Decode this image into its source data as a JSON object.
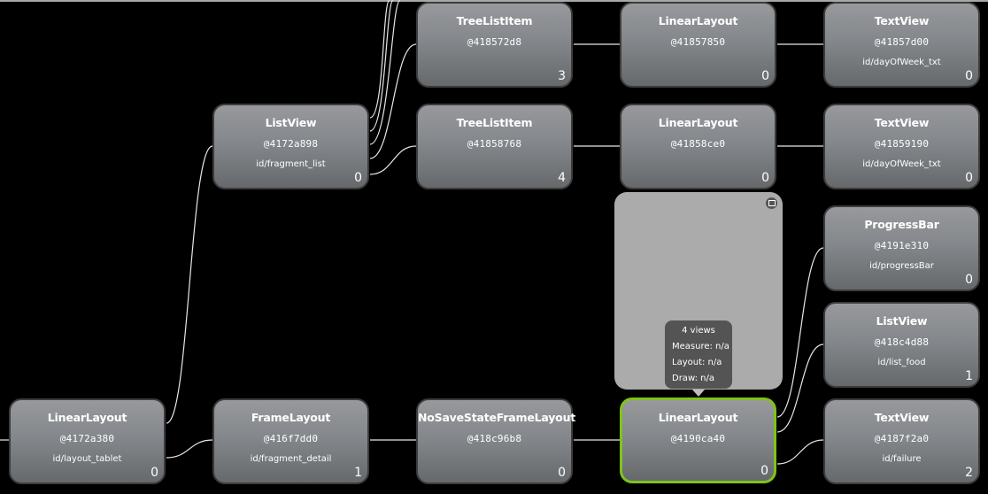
{
  "app": "Hierarchy Viewer",
  "colors": {
    "background": "#000000",
    "node_fill": "#84878b",
    "selected_border": "#7fc31a",
    "edge": "#e8e8e8",
    "preview": "#ababab",
    "tooltip": "#545454"
  },
  "nodes": [
    {
      "key": "n_tree1",
      "title": "TreeListItem",
      "hash": "@418572d8",
      "id": "",
      "count": "3"
    },
    {
      "key": "n_lin1",
      "title": "LinearLayout",
      "hash": "@41857850",
      "id": "",
      "count": "0"
    },
    {
      "key": "n_text1",
      "title": "TextView",
      "hash": "@41857d00",
      "id": "id/dayOfWeek_txt",
      "count": "0"
    },
    {
      "key": "n_list1",
      "title": "ListView",
      "hash": "@4172a898",
      "id": "id/fragment_list",
      "count": "0"
    },
    {
      "key": "n_tree2",
      "title": "TreeListItem",
      "hash": "@41858768",
      "id": "",
      "count": "4"
    },
    {
      "key": "n_lin2",
      "title": "LinearLayout",
      "hash": "@41858ce0",
      "id": "",
      "count": "0"
    },
    {
      "key": "n_text2",
      "title": "TextView",
      "hash": "@41859190",
      "id": "id/dayOfWeek_txt",
      "count": "0"
    },
    {
      "key": "n_progress",
      "title": "ProgressBar",
      "hash": "@4191e310",
      "id": "id/progressBar",
      "count": "0"
    },
    {
      "key": "n_listfood",
      "title": "ListView",
      "hash": "@418c4d88",
      "id": "id/list_food",
      "count": "1"
    },
    {
      "key": "n_root",
      "title": "LinearLayout",
      "hash": "@4172a380",
      "id": "id/layout_tablet",
      "count": "0"
    },
    {
      "key": "n_frame",
      "title": "FrameLayout",
      "hash": "@416f7dd0",
      "id": "id/fragment_detail",
      "count": "1"
    },
    {
      "key": "n_nosave",
      "title": "NoSaveStateFrameLayout",
      "hash": "@418c96b8",
      "id": "",
      "count": "0"
    },
    {
      "key": "n_selected",
      "title": "LinearLayout",
      "hash": "@4190ca40",
      "id": "",
      "count": "0",
      "selected": true
    },
    {
      "key": "n_failure",
      "title": "TextView",
      "hash": "@4187f2a0",
      "id": "id/failure",
      "count": "2"
    }
  ],
  "preview": {
    "expand_icon": "expand-icon"
  },
  "tooltip": {
    "views": "4 views",
    "measure": "Measure: n/a",
    "layout": "Layout: n/a",
    "draw": "Draw: n/a"
  }
}
